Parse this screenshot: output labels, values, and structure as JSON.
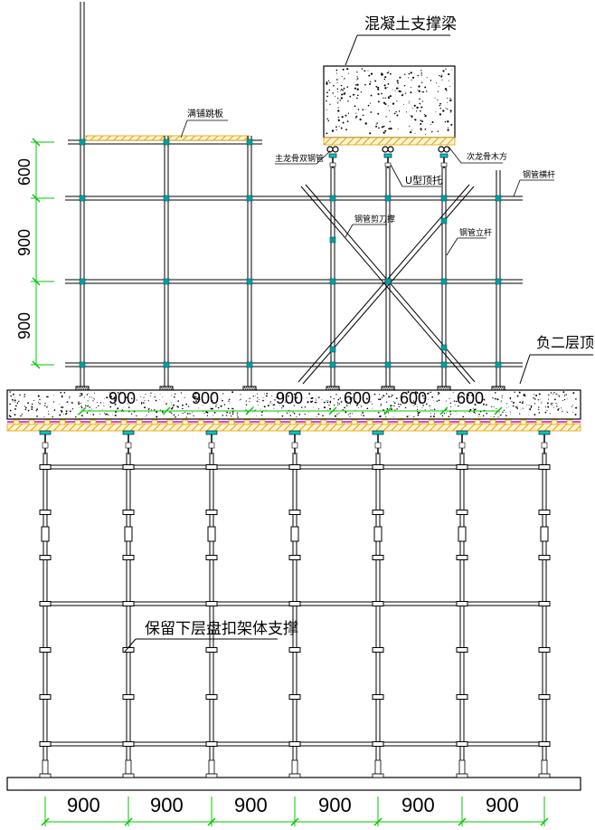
{
  "labels": {
    "concrete_beam": "混凝土支撑梁",
    "walkway_board": "满铺跳板",
    "main_keel": "主龙骨双钢管",
    "u_jack": "U型顶托",
    "secondary_keel": "次龙骨木方",
    "steel_tie_rod": "钢管横杆",
    "cross_brace": "钢管剪刀撑",
    "steel_post": "钢管立杆",
    "slab_level": "负二层顶",
    "lower_support": "保留下层盘扣架体支撑"
  },
  "dimensions": {
    "left_vertical": [
      "600",
      "900",
      "900"
    ],
    "slab_spacing": [
      "900",
      "900",
      "900",
      "600",
      "600",
      "600"
    ],
    "bottom_spacing": [
      "900",
      "900",
      "900",
      "900",
      "900",
      "900"
    ]
  },
  "colors": {
    "dimension": "#00c800",
    "coupler": "#00a0a0",
    "timber": "#e0a000",
    "membrane": "#e000e0",
    "jack": "#00c8c8",
    "line": "#000000"
  }
}
